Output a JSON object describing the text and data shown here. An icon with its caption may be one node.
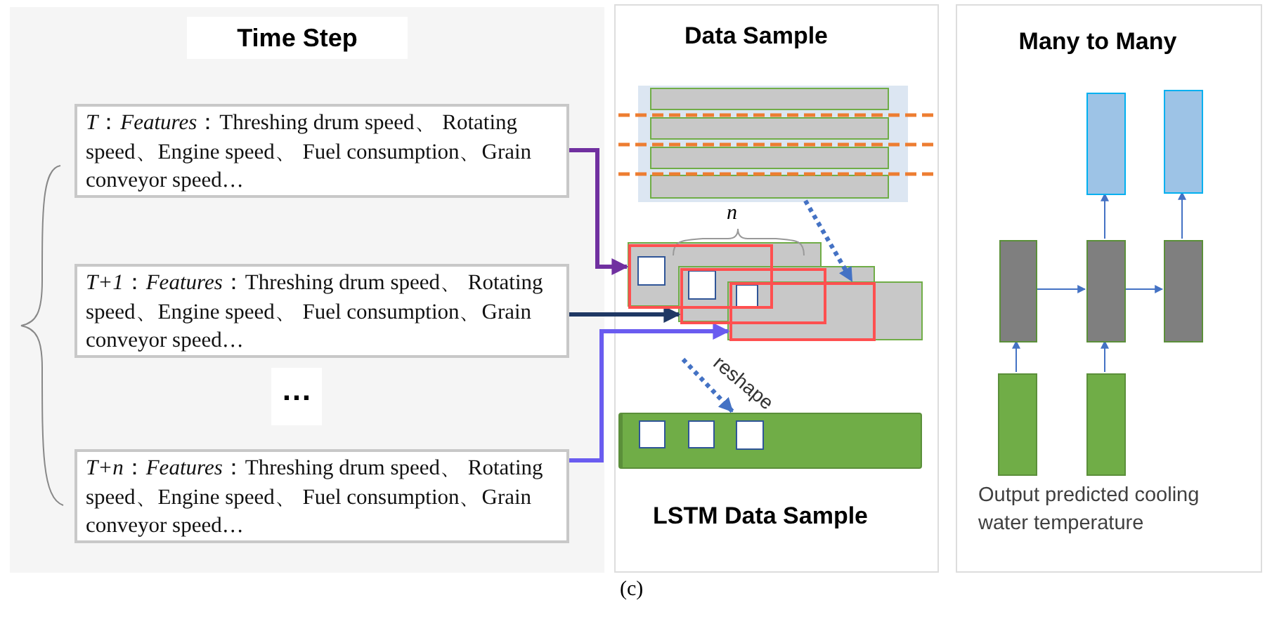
{
  "diagram": {
    "nodes": [
      {
        "text": [
          "Time Step"
        ]
      },
      {
        "text": [
          "*T*：*Features*：Threshing drum speed、 Rotating speed、Engine speed、 Fuel consumption、Grain conveyor speed…"
        ],
        "in": 0
      },
      {
        "text": [
          "*T+1*：*Features*：Threshing drum speed、 Rotating speed、Engine speed、 Fuel consumption、Grain conveyor speed…"
        ],
        "in": 0
      },
      {
        "text": [
          "…"
        ],
        "in": 0
      },
      {
        "text": [
          "*T+n*：*Features*：Threshing drum speed、 Rotating speed、Engine speed、 Fuel consumption、Grain conveyor speed…"
        ],
        "in": 0
      },
      {
        "text": [
          "Data Sample",
          "LSTM Data Sample"
        ]
      },
      {
        "text": [],
        "shape": "box",
        "in": 5
      },
      {
        "text": [],
        "shape": "box",
        "in": 5
      },
      {
        "text": [],
        "shape": "box",
        "in": 5
      },
      {
        "text": [],
        "shape": "box",
        "in": 5
      },
      {
        "text": [],
        "shape": "bar",
        "in": 5
      },
      {
        "text": [
          "Many to Many"
        ]
      },
      {
        "text": [],
        "shape": "box",
        "in": 11
      },
      {
        "text": [],
        "shape": "box",
        "in": 11
      },
      {
        "text": [],
        "shape": "box",
        "in": 11
      },
      {
        "text": [],
        "shape": "box",
        "in": 11
      },
      {
        "text": [],
        "shape": "box",
        "in": 11
      },
      {
        "text": [],
        "shape": "box",
        "in": 11
      },
      {
        "text": [],
        "shape": "box",
        "in": 11
      }
    ],
    "edges": [
      {
        "from": 1,
        "to": 6,
        "arrow": "to",
        "style": "thick",
        "color": "#7030a0"
      },
      {
        "from": 2,
        "to": 7,
        "arrow": "to",
        "style": "thick",
        "color": "#1f3864"
      },
      {
        "from": 4,
        "to": 8,
        "arrow": "to",
        "style": "thick",
        "color": "#6a5cf0"
      },
      {
        "from": 9,
        "to": 8,
        "arrow": "to",
        "style": "dashed"
      },
      {
        "from": null,
        "to": 10,
        "arrow": "to",
        "style": "dashed",
        "label": "reshape"
      },
      {
        "from": 17,
        "to": 14,
        "arrow": "to"
      },
      {
        "from": 18,
        "to": 15,
        "arrow": "to"
      },
      {
        "from": 14,
        "to": 15,
        "arrow": "to"
      },
      {
        "from": 15,
        "to": 16,
        "arrow": "to"
      },
      {
        "from": 15,
        "to": 12,
        "arrow": "to"
      },
      {
        "from": 16,
        "to": 13,
        "arrow": "to"
      }
    ],
    "labels": [
      "n",
      "Output predicted cooling water temperature",
      "(c)"
    ]
  }
}
